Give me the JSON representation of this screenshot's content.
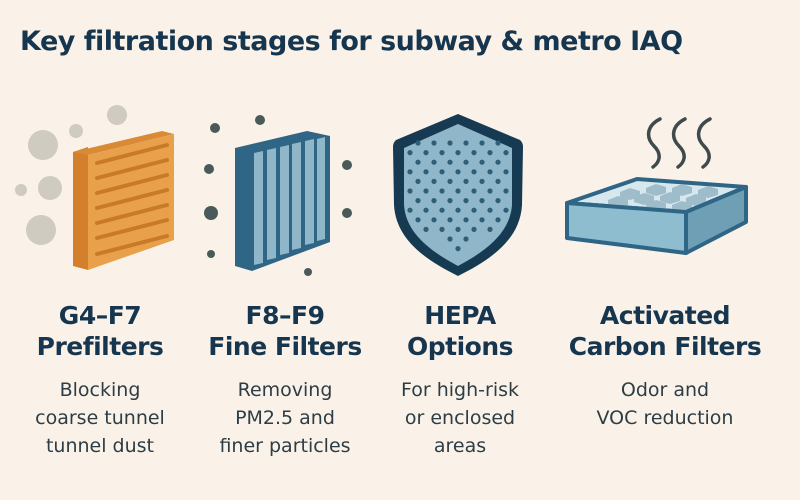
{
  "title": "Key filtration stages for subway & metro IAQ",
  "colors": {
    "background": "#faf2e8",
    "title": "#163650",
    "orange": "#e9a04a",
    "dark_orange": "#d47f2c",
    "teal_dark": "#2f6585",
    "teal_light": "#8fb6c9",
    "navy": "#163a52",
    "dust": "#cfcbc0",
    "particle": "#4a5a58"
  },
  "stages": [
    {
      "icon": "prefilter-panel-icon",
      "heading": "G4–F7\nPrefilters",
      "description": "Blocking\ncoarse tunnel\ntunnel dust"
    },
    {
      "icon": "fine-filter-icon",
      "heading": "F8–F9\nFine Filters",
      "description": "Removing\nPM2.5 and\nfiner particles"
    },
    {
      "icon": "hepa-shield-icon",
      "heading": "HEPA\nOptions",
      "description": "For high-risk\nor enclosed\nareas"
    },
    {
      "icon": "carbon-filter-icon",
      "heading": "Activated\nCarbon Filters",
      "description": "Odor and\nVOC reduction"
    }
  ]
}
